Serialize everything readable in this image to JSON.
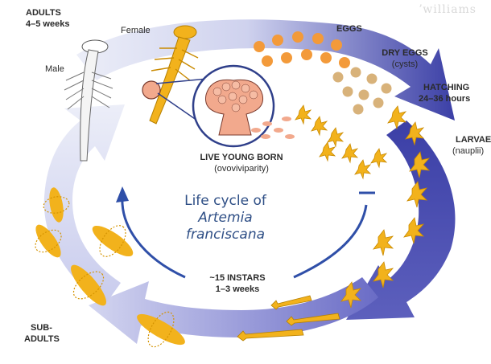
{
  "labels": {
    "adults": "ADULTS",
    "adults_duration": "4–5 weeks",
    "female": "Female",
    "male": "Male",
    "eggs": "EGGS",
    "dry_eggs": "DRY EGGS",
    "dry_eggs_sub": "(cysts)",
    "hatching": "HATCHING",
    "hatching_duration": "24–36 hours",
    "larvae": "LARVAE",
    "larvae_sub": "(nauplii)",
    "live_young": "LIVE YOUNG BORN",
    "live_young_sub": "(ovoviviparity)",
    "instars": "~15 INSTARS",
    "instars_duration": "1–3 weeks",
    "sub_adults_1": "SUB-",
    "sub_adults_2": "ADULTS"
  },
  "title": {
    "line1": "Life cycle of",
    "line2": "Artemia",
    "line3": "franciscana"
  },
  "colors": {
    "cycle_dark": "#3b3fa6",
    "cycle_light": "#d9dcf2",
    "title_blue": "#2f4f86",
    "egg_orange": "#f39a3a",
    "cyst_tan": "#d8b27a",
    "shrimp_yellow": "#f2b21c",
    "egg_sac_pink": "#f2a98d"
  },
  "icons": [
    "male-artemia-icon",
    "female-artemia-icon",
    "brood-pouch-icon",
    "egg-icon",
    "cyst-icon",
    "nauplius-icon",
    "juvenile-artemia-icon",
    "subadult-artemia-icon"
  ]
}
